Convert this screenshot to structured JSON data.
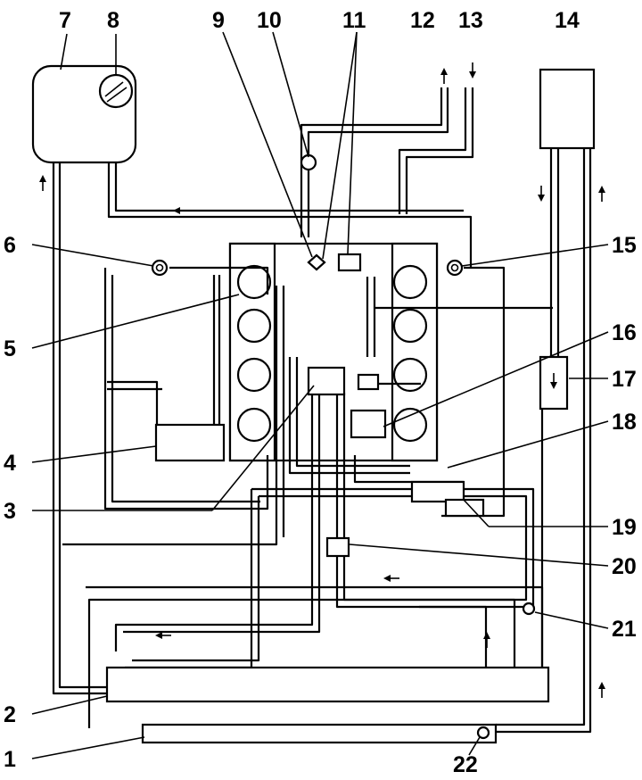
{
  "colors": {
    "line": "#000000",
    "background": "#ffffff"
  },
  "callouts": {
    "c1": "1",
    "c2": "2",
    "c3": "3",
    "c4": "4",
    "c5": "5",
    "c6": "6",
    "c7": "7",
    "c8": "8",
    "c9": "9",
    "c10": "10",
    "c11": "11",
    "c12": "12",
    "c13": "13",
    "c14": "14",
    "c15": "15",
    "c16": "16",
    "c17": "17",
    "c18": "18",
    "c19": "19",
    "c20": "20",
    "c21": "21",
    "c22": "22"
  }
}
